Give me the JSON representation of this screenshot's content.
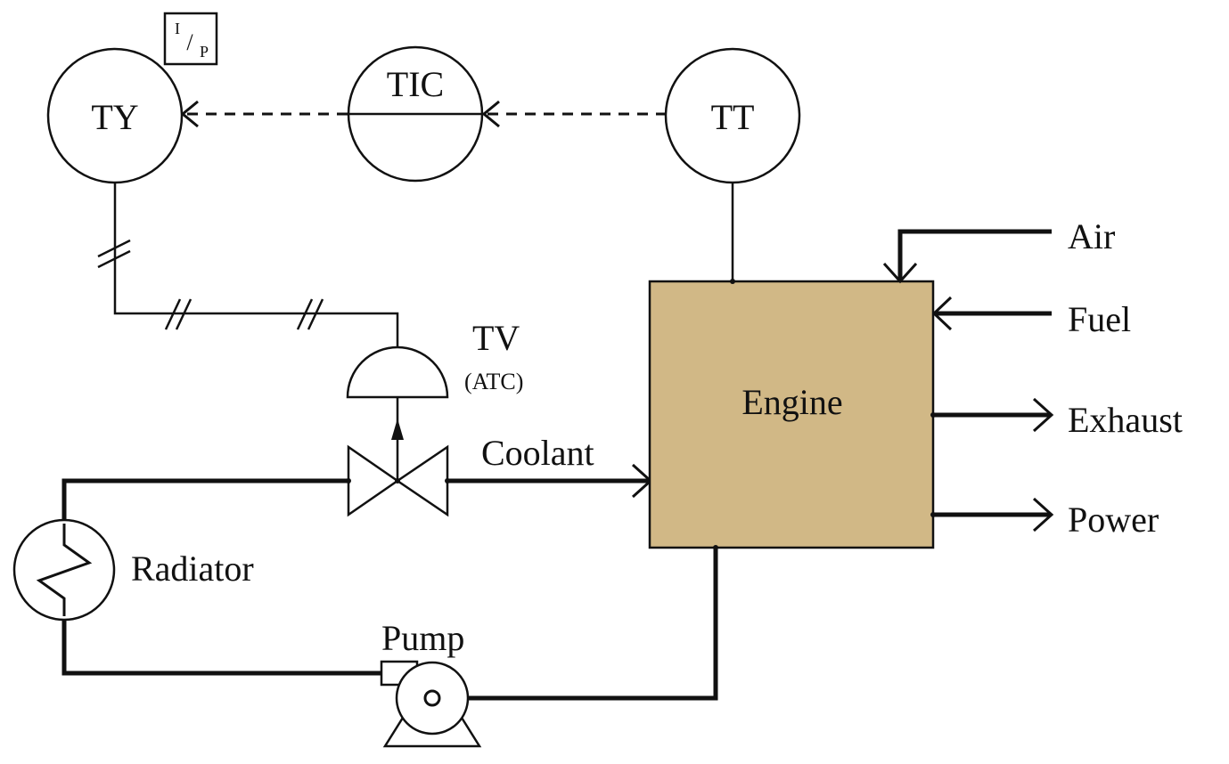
{
  "instruments": {
    "ty": "TY",
    "tic": "TIC",
    "tt": "TT",
    "converter": {
      "top": "I",
      "slash": "/",
      "bottom": "P"
    }
  },
  "valve": {
    "tag": "TV",
    "action": "(ATC)"
  },
  "process": {
    "engine": "Engine",
    "coolant": "Coolant",
    "radiator": "Radiator",
    "pump": "Pump"
  },
  "streams": {
    "air": "Air",
    "fuel": "Fuel",
    "exhaust": "Exhaust",
    "power": "Power"
  },
  "colors": {
    "engine_fill": "#d1b886",
    "line": "#111111",
    "background": "#ffffff"
  }
}
